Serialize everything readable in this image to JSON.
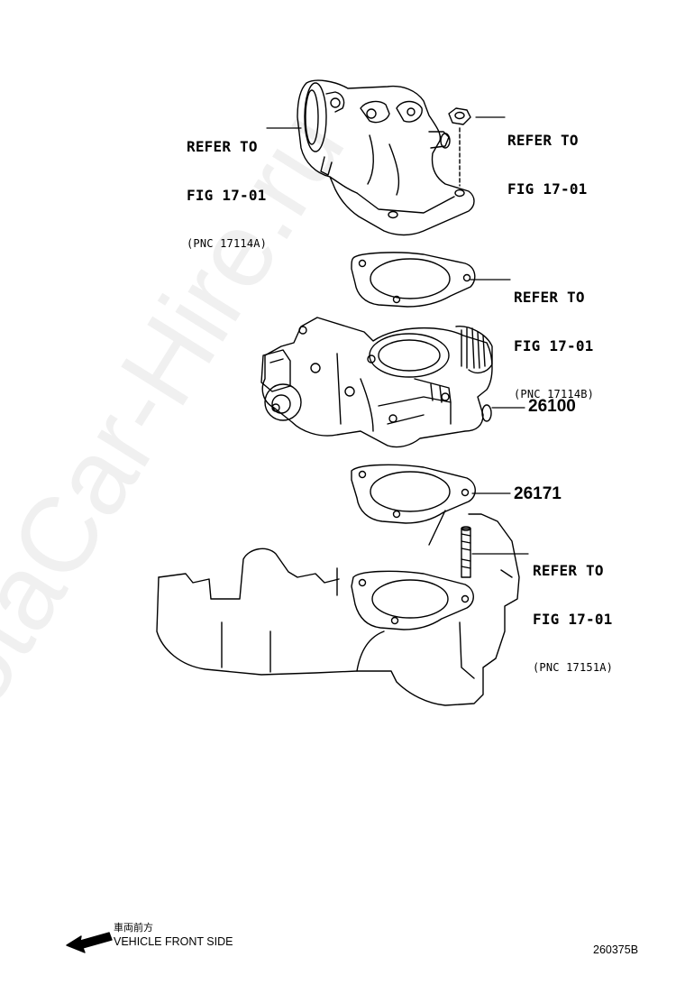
{
  "watermark": "ToyotaCar-Hire.ru",
  "callouts": {
    "upper_left": {
      "line1": "REFER TO",
      "line2": "FIG 17-01",
      "pnc": "(PNC 17114A)"
    },
    "upper_right": {
      "line1": "REFER TO",
      "line2": "FIG 17-01"
    },
    "gasket_upper": {
      "line1": "REFER TO",
      "line2": "FIG 17-01",
      "pnc": "(PNC 17114B)"
    },
    "stud": {
      "line1": "REFER TO",
      "line2": "FIG 17-01",
      "pnc": "(PNC 17151A)"
    }
  },
  "parts": {
    "throttle_body": "26100",
    "gasket_lower": "26171"
  },
  "front_indicator": {
    "japanese": "車両前方",
    "english": "VEHICLE FRONT SIDE"
  },
  "illustration_code": "260375B"
}
